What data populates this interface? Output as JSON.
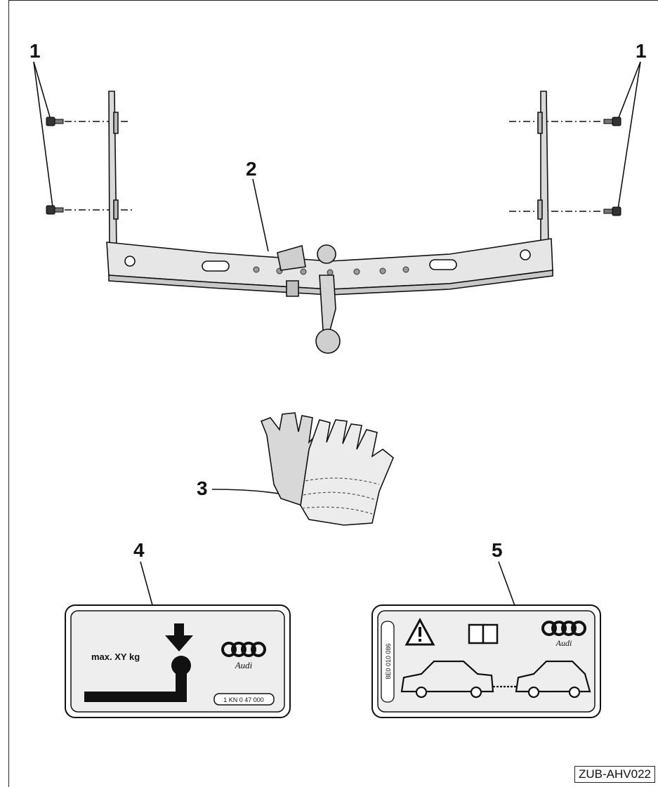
{
  "callouts": {
    "c1_left": "1",
    "c1_right": "1",
    "c2": "2",
    "c3": "3",
    "c4": "4",
    "c5": "5"
  },
  "label4": {
    "max_text": "max. XY kg",
    "brand": "Audi",
    "code": "1 KN 0 47 000"
  },
  "label5": {
    "brand": "Audi",
    "vertical_code": "8E0 010 086"
  },
  "reference_code": "ZUB-AHV022"
}
